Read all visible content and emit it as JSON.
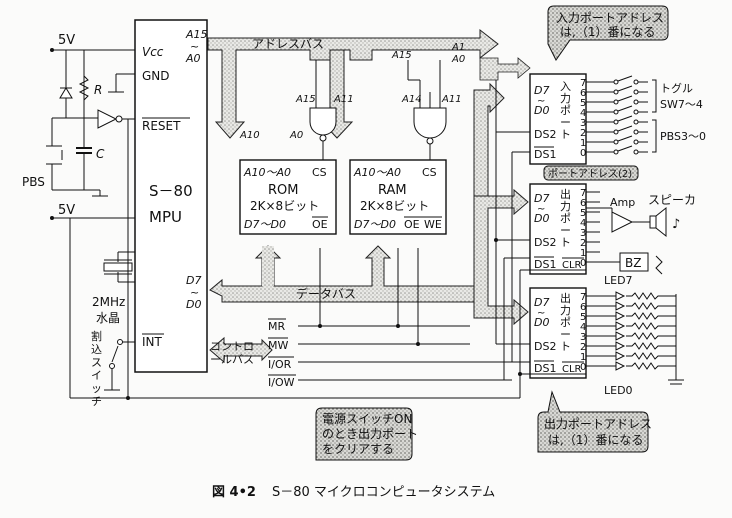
{
  "power": {
    "vcc_rail": "5V",
    "vcc_rail_bottom": "5V",
    "resistor": "R",
    "capacitor": "C",
    "switch": "PBS"
  },
  "mpu": {
    "pin_vcc": "Vcc",
    "pin_gnd": "GND",
    "pin_reset": "RESET",
    "pin_addr_hi": "A15",
    "pin_addr_tilde": "~",
    "pin_addr_lo": "A0",
    "pin_data_hi": "D7",
    "pin_data_tilde": "~",
    "pin_data_lo": "D0",
    "pin_int": "INT",
    "name_line1": "S－80",
    "name_line2": "MPU"
  },
  "crystal": {
    "freq": "2MHz",
    "label": "水晶"
  },
  "interrupt_switch": {
    "l1": "割",
    "l2": "込",
    "l3": "ス",
    "l4": "イ",
    "l5": "ッ",
    "l6": "チ"
  },
  "buses": {
    "address": "アドレスバス",
    "data": "データバス",
    "control_line1": "コントロ",
    "control_line2": "ールバス",
    "ctrl_mr": "MR",
    "ctrl_mw": "MW",
    "ctrl_ior": "I/OR",
    "ctrl_iow": "I/OW",
    "addr_a1": "A1",
    "addr_a0": "A0"
  },
  "rom": {
    "addr": "A10～A0",
    "cs": "CS",
    "name": "ROM",
    "size": "2K×8ビット",
    "data": "D7～D0",
    "oe": "OE",
    "gate_in1": "A15",
    "gate_in2": "A11",
    "bus_a10": "A10",
    "bus_a0": "A0"
  },
  "ram": {
    "addr": "A10～A0",
    "cs": "CS",
    "name": "RAM",
    "size": "2K×8ビット",
    "data": "D7～D0",
    "oe": "OE",
    "we": "WE",
    "gate_in0": "A15",
    "gate_in1": "A14",
    "gate_in2": "A11"
  },
  "input_port": {
    "d7": "D7",
    "tilde": "~",
    "d0": "D0",
    "name1": "入",
    "name2": "力",
    "name3": "ポ",
    "name4": "ー",
    "name5": "ト",
    "ds2": "DS2",
    "ds1": "DS1",
    "pins": [
      "7",
      "6",
      "5",
      "4",
      "3",
      "2",
      "1",
      "0"
    ],
    "toggle1": "トグル",
    "toggle2": "SW7～4",
    "pbs": "PBS3～0"
  },
  "output_port_1": {
    "d7": "D7",
    "tilde": "~",
    "d0": "D0",
    "name1": "出",
    "name2": "力",
    "name3": "ポ",
    "name4": "ー",
    "name5": "ト",
    "ds2": "DS2",
    "ds1": "DS1",
    "clr": "CLR",
    "pins": [
      "7",
      "6",
      "5",
      "4",
      "3",
      "2",
      "1",
      "0"
    ],
    "amp": "Amp",
    "speaker": "スピーカ",
    "bz": "BZ"
  },
  "output_port_2": {
    "d7": "D7",
    "tilde": "~",
    "d0": "D0",
    "name1": "出",
    "name2": "力",
    "name3": "ポ",
    "name4": "ー",
    "name5": "ト",
    "ds2": "DS2",
    "ds1": "DS1",
    "clr": "CLR",
    "pins": [
      "7",
      "6",
      "5",
      "4",
      "3",
      "2",
      "1",
      "0"
    ],
    "led_top": "LED7",
    "led_bottom": "LED0"
  },
  "callouts": {
    "input_addr_line1": "入力ポートアドレス",
    "input_addr_line2": "は,（1）番になる",
    "port_addr2": "ポートアドレス(2)",
    "power_on_line1": "電源スイッチON",
    "power_on_line2": "のとき出力ポート",
    "power_on_line3": "をクリアする",
    "output_addr_line1": "出力ポートアドレス",
    "output_addr_line2": "は,（1）番になる"
  },
  "caption": {
    "fig": "図 4•2",
    "title": "S－80 マイクロコンピュータシステム"
  }
}
